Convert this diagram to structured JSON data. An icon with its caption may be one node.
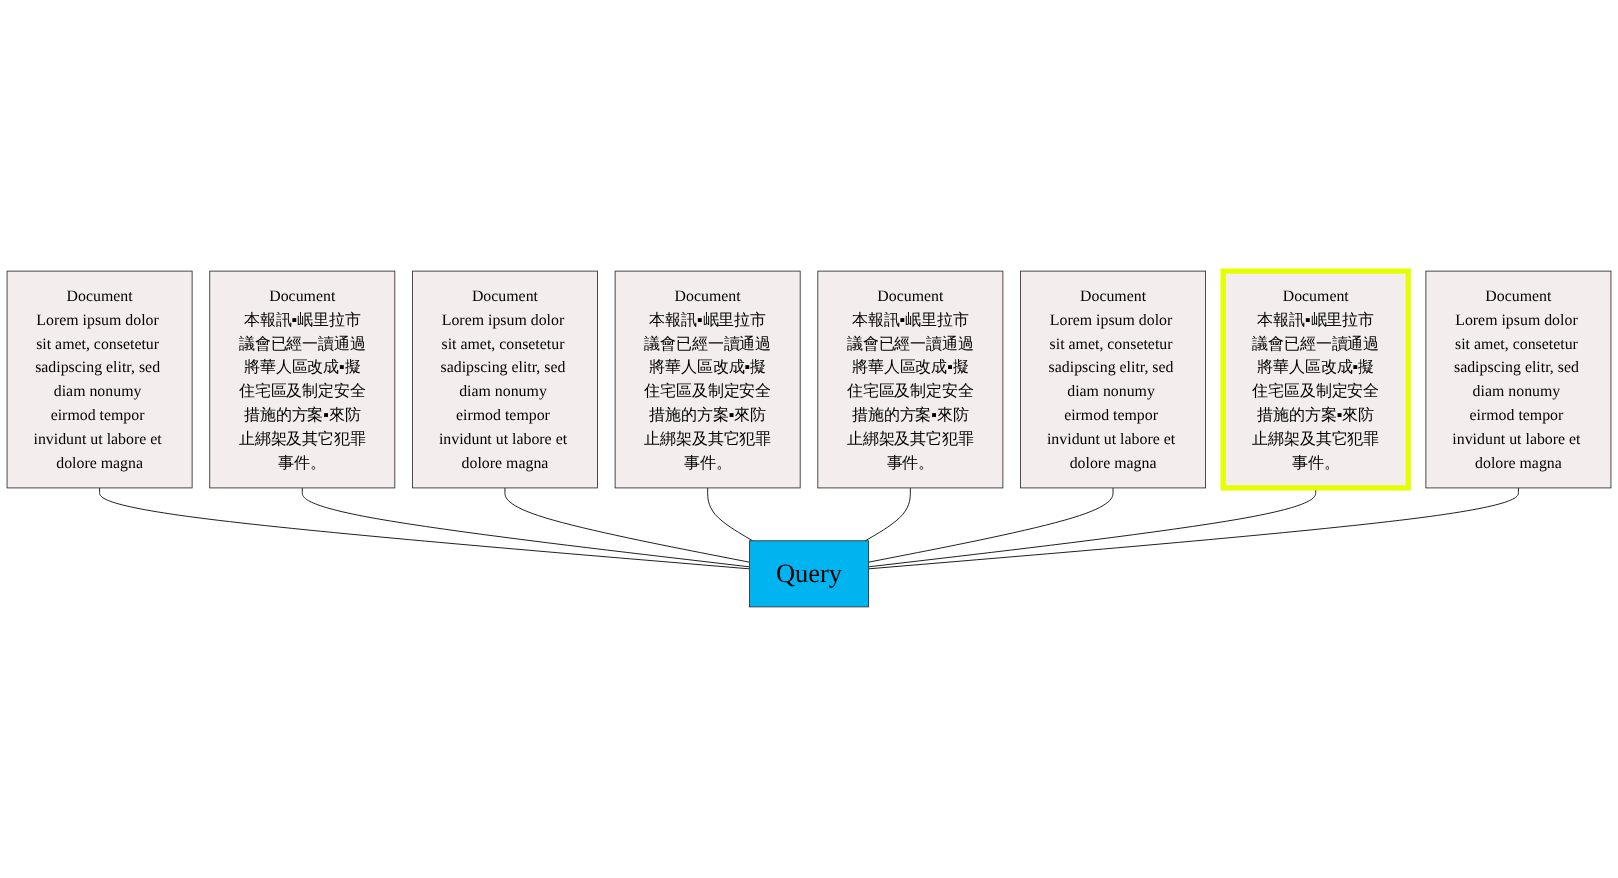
{
  "diagram": {
    "nodes": [
      {
        "text": [
          "Document",
          "Lorem ipsum dolor sit amet, consetetur sadipscing elitr, sed diam nonumy eirmod tempor invidunt ut labore et dolore magna"
        ]
      },
      {
        "text": [
          "Document",
          "本報訊▪岷里拉市議會已經一讀通過將華人區改成▪擬住宅區及制定安全措施的方案▪來防止綁架及其它犯罪事件。"
        ]
      },
      {
        "text": [
          "Document",
          "Lorem ipsum dolor sit amet, consetetur sadipscing elitr, sed diam nonumy eirmod tempor invidunt ut labore et dolore magna"
        ]
      },
      {
        "text": [
          "Document",
          "本報訊▪岷里拉市議會已經一讀通過將華人區改成▪擬住宅區及制定安全措施的方案▪來防止綁架及其它犯罪事件。"
        ]
      },
      {
        "text": [
          "Document",
          "本報訊▪岷里拉市議會已經一讀通過將華人區改成▪擬住宅區及制定安全措施的方案▪來防止綁架及其它犯罪事件。"
        ]
      },
      {
        "text": [
          "Document",
          "Lorem ipsum dolor sit amet, consetetur sadipscing elitr, sed diam nonumy eirmod tempor invidunt ut labore et dolore magna"
        ]
      },
      {
        "text": [
          "Document",
          "本報訊▪岷里拉市議會已經一讀通過將華人區改成▪擬住宅區及制定安全措施的方案▪來防止綁架及其它犯罪事件。"
        ]
      },
      {
        "text": [
          "Document",
          "Lorem ipsum dolor sit amet, consetetur sadipscing elitr, sed diam nonumy eirmod tempor invidunt ut labore et dolore magna"
        ]
      },
      {
        "text": [
          "Query"
        ]
      }
    ],
    "edges": [
      {
        "from": 0,
        "to": 8,
        "arrow": "none"
      },
      {
        "from": 1,
        "to": 8,
        "arrow": "none"
      },
      {
        "from": 2,
        "to": 8,
        "arrow": "none"
      },
      {
        "from": 3,
        "to": 8,
        "arrow": "none"
      },
      {
        "from": 4,
        "to": 8,
        "arrow": "none"
      },
      {
        "from": 5,
        "to": 8,
        "arrow": "none"
      },
      {
        "from": 6,
        "to": 8,
        "arrow": "none"
      },
      {
        "from": 7,
        "to": 8,
        "arrow": "none"
      }
    ]
  }
}
